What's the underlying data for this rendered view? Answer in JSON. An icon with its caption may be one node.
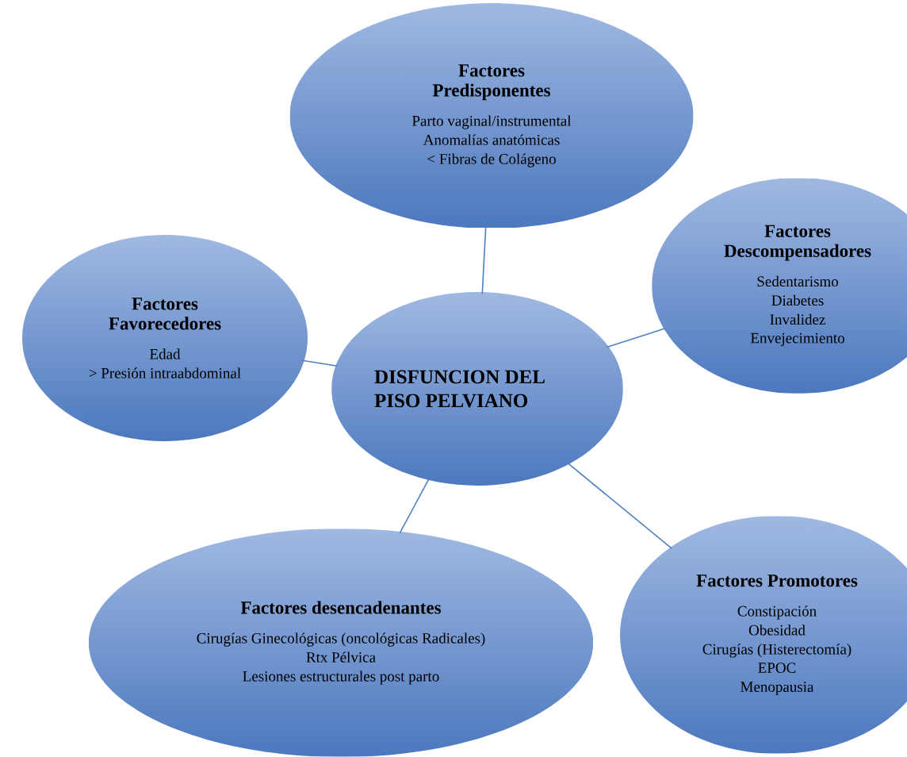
{
  "diagram": {
    "nodes": [
      {
        "text": [
          "Factores Predisponentes",
          "Parto vaginal/instrumental",
          "Anomalías anatómicas",
          "< Fibras de Colágeno"
        ]
      },
      {
        "text": [
          "Factores Favorecedores",
          "Edad",
          "> Presión intraabdominal"
        ]
      },
      {
        "text": [
          "Factores Descompensadores",
          "Sedentarismo",
          "Diabetes",
          "Invalidez",
          "Envejecimiento"
        ]
      },
      {
        "text": [
          "DISFUNCION DEL PISO PELVIANO"
        ]
      },
      {
        "text": [
          "Factores desencadenantes",
          "Cirugías Ginecológicas (oncológicas Radicales)",
          "Rtx Pélvica",
          "Lesiones estructurales post parto"
        ]
      },
      {
        "text": [
          "Factores Promotores",
          "Constipación",
          "Obesidad",
          "Cirugías (Histerectomía)",
          "EPOC",
          "Menopausia"
        ]
      }
    ],
    "edges": [
      {
        "from": 3,
        "to": 0,
        "arrow": "none"
      },
      {
        "from": 3,
        "to": 1,
        "arrow": "none"
      },
      {
        "from": 3,
        "to": 2,
        "arrow": "none"
      },
      {
        "from": 3,
        "to": 4,
        "arrow": "none"
      },
      {
        "from": 3,
        "to": 5,
        "arrow": "none"
      }
    ]
  }
}
